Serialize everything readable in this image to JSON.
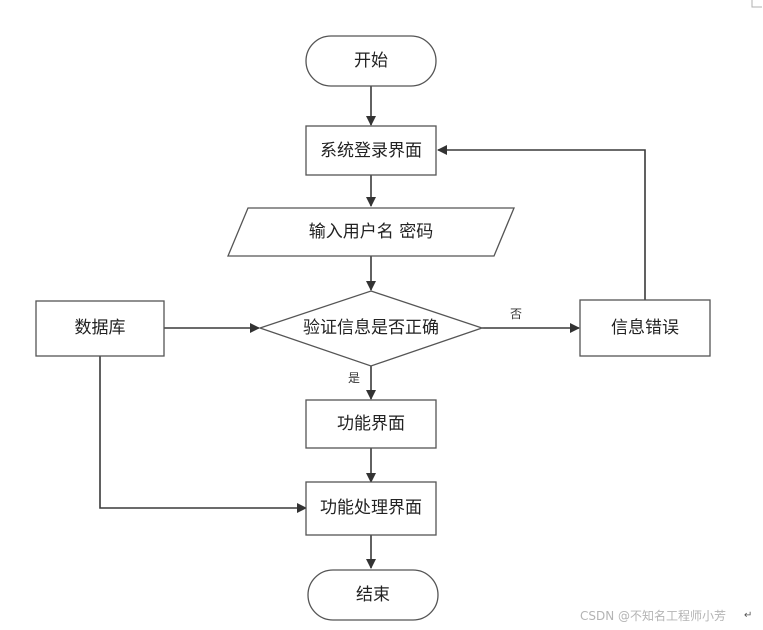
{
  "nodes": {
    "start": "开始",
    "login": "系统登录界面",
    "input": "输入用户名 密码",
    "verify": "验证信息是否正确",
    "database": "数据库",
    "error": "信息错误",
    "function": "功能界面",
    "process": "功能处理界面",
    "end": "结束"
  },
  "edges": {
    "no_label": "否",
    "yes_label": "是"
  },
  "watermark": "CSDN @不知名工程师小芳",
  "return_symbol": "↵"
}
